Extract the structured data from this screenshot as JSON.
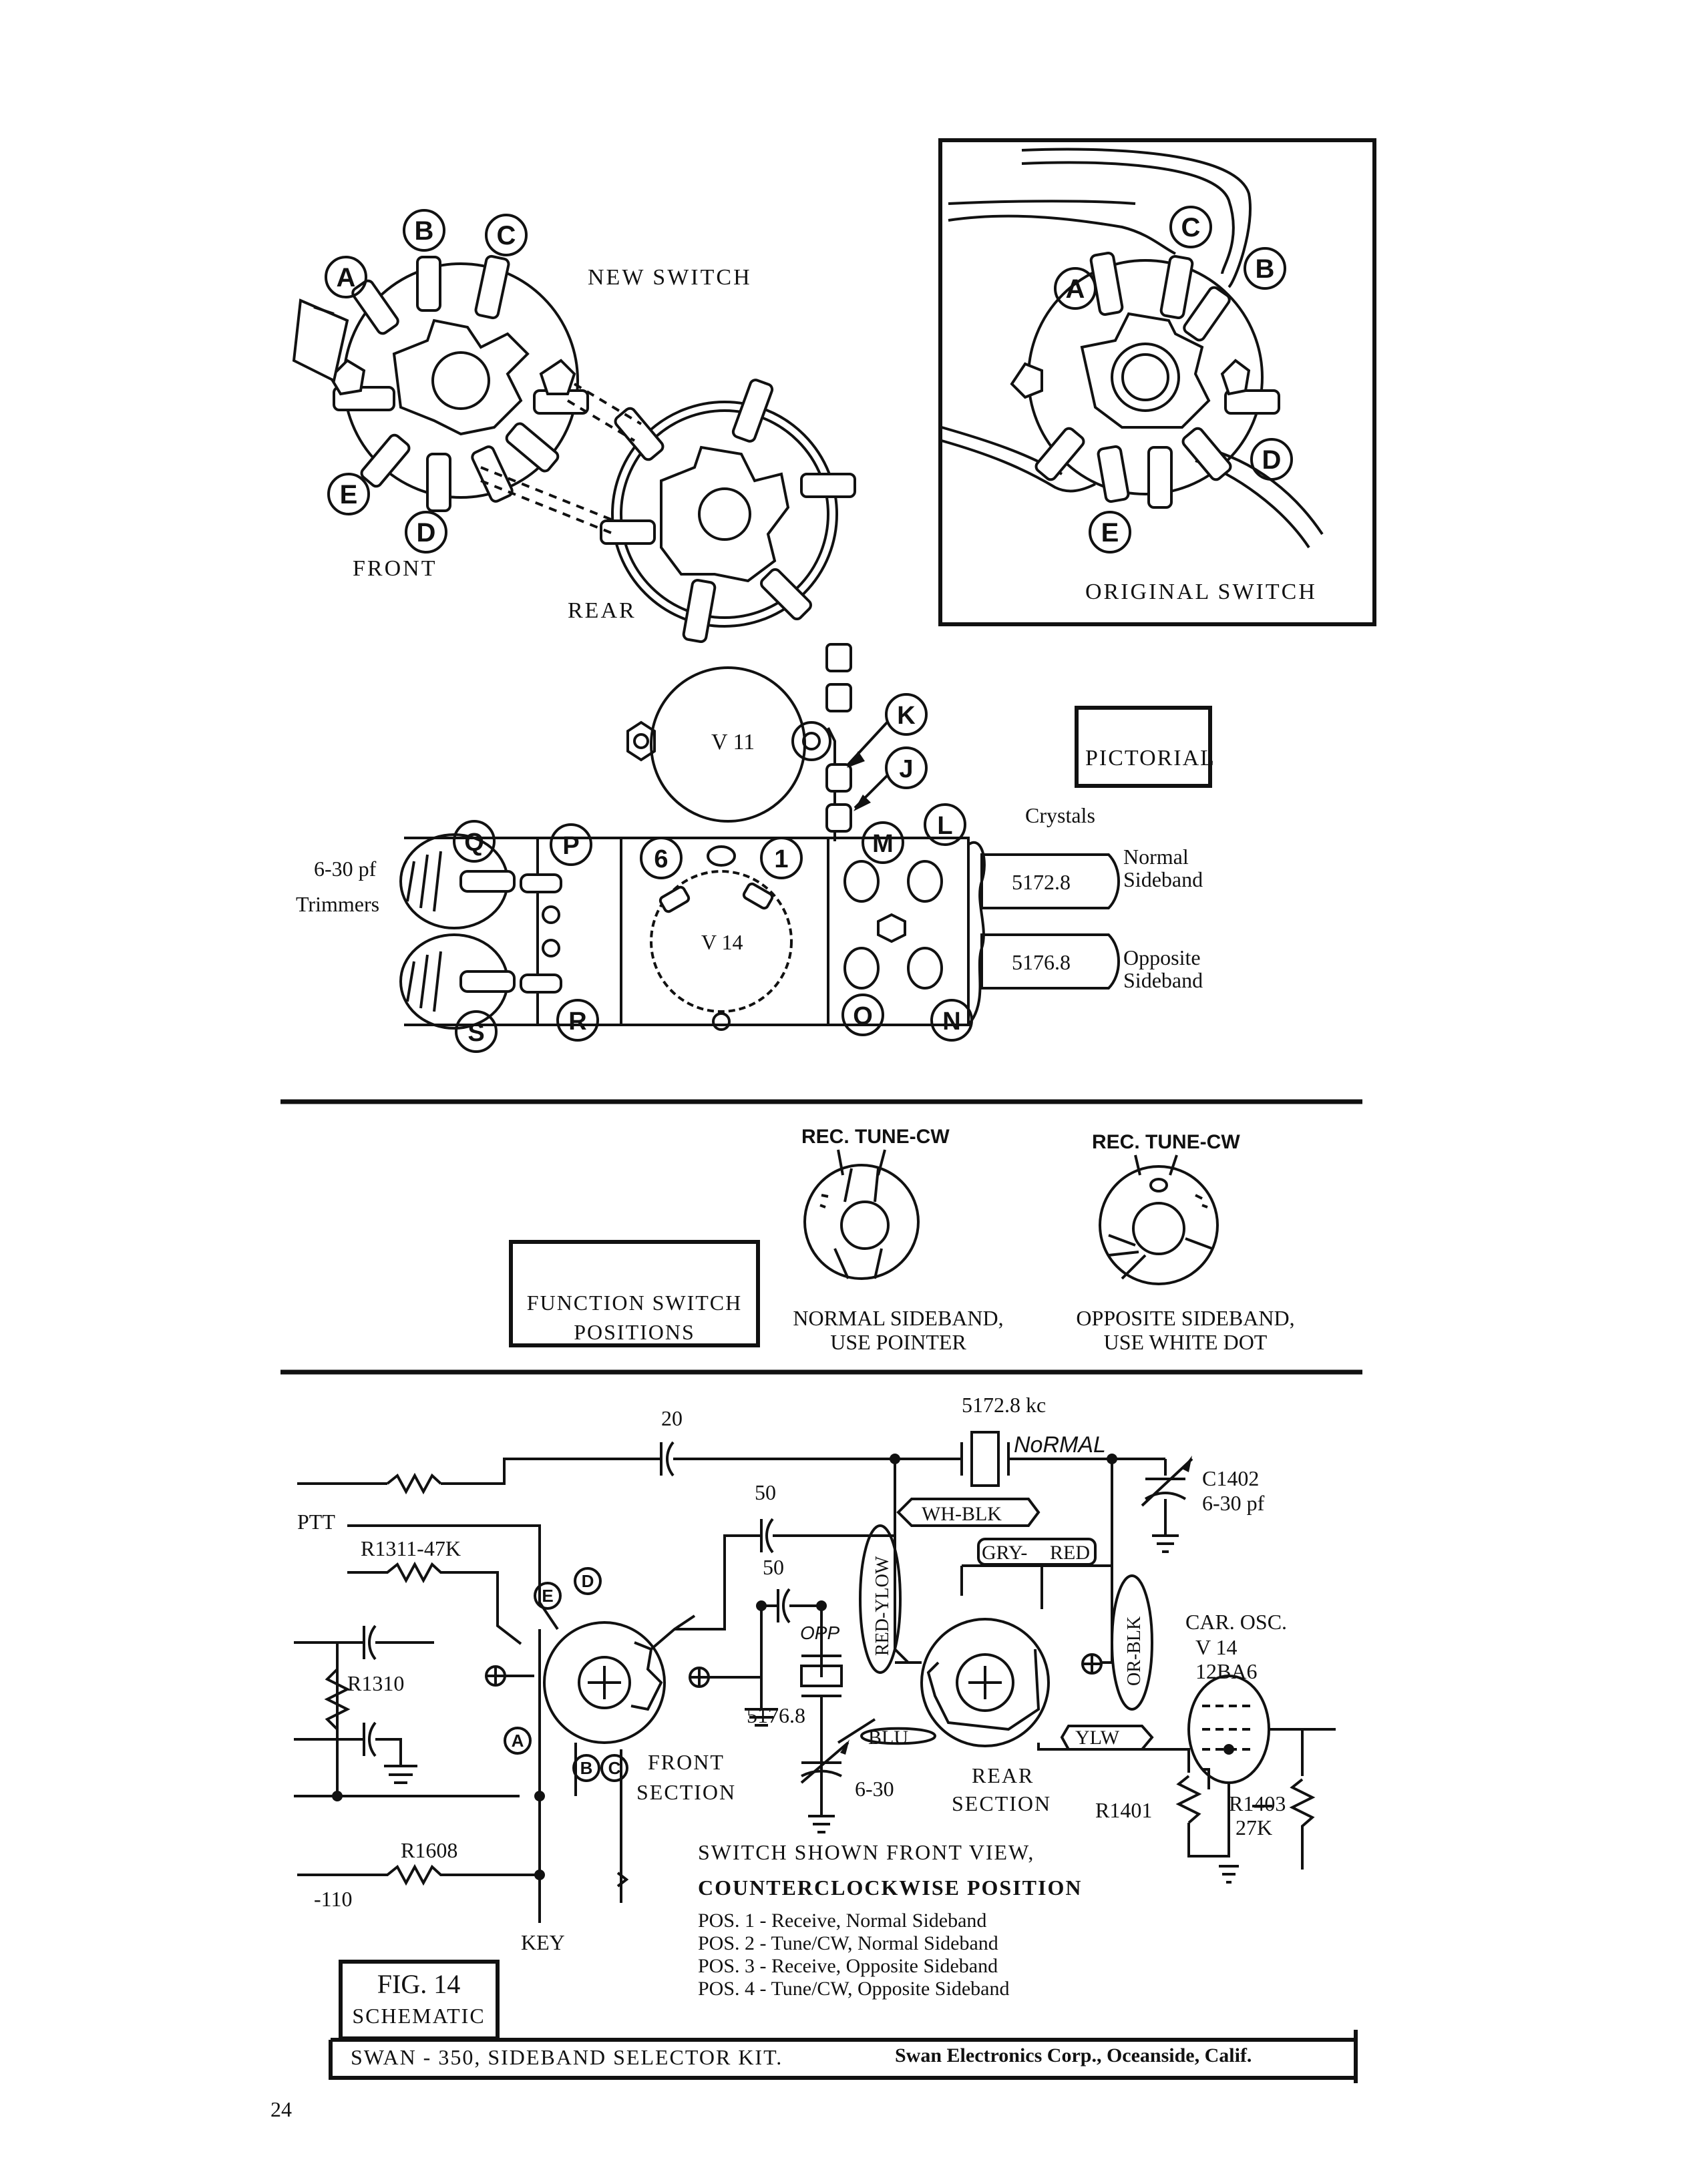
{
  "top": {
    "new_switch": "NEW SWITCH",
    "front": "FRONT",
    "rear": "REAR",
    "original_switch": "ORIGINAL SWITCH",
    "letters_new": [
      "A",
      "B",
      "C",
      "D",
      "E"
    ],
    "letters_orig": [
      "A",
      "B",
      "C",
      "D",
      "E"
    ]
  },
  "pictorial": {
    "title": "PICTORIAL",
    "v11": "V 11",
    "v14": "V 14",
    "pin6": "6",
    "pin1": "1",
    "crystals": "Crystals",
    "xtal1": "5172.8",
    "xtal2": "5176.8",
    "normal_l1": "Normal",
    "normal_l2": "Sideband",
    "opp_l1": "Opposite",
    "opp_l2": "Sideband",
    "trim_l1": "6-30 pf",
    "trim_l2": "Trimmers",
    "letters": [
      "K",
      "J",
      "Q",
      "P",
      "M",
      "L",
      "S",
      "R",
      "O",
      "N"
    ]
  },
  "function_switch": {
    "box_l1": "FUNCTION SWITCH",
    "box_l2": "POSITIONS",
    "knob_label": "REC.  TUNE-CW",
    "normal_l1": "NORMAL SIDEBAND,",
    "normal_l2": "USE POINTER",
    "opp_l1": "OPPOSITE SIDEBAND,",
    "opp_l2": "USE WHITE DOT"
  },
  "schematic": {
    "ptt": "PTT",
    "r1311": "R1311-47K",
    "r1310": "R1310",
    "r1608": "R1608",
    "neg110": "-110",
    "key": "KEY",
    "c20": "20",
    "c50a": "50",
    "c50b": "50",
    "xtal_top": "5172.8 kc",
    "normal_hand": "NoRMAL",
    "opp_hand": "OPP",
    "xtal_bot": "5176.8",
    "trim": "6-30",
    "c1402_l1": "C1402",
    "c1402_l2": "6-30 pf",
    "wh_blk": "WH-BLK",
    "gry": "GRY-",
    "red": "RED",
    "red_ylow": "RED-YLOW",
    "or_blk": "OR-BLK",
    "blu": "BLU",
    "ylw": "YLW",
    "car_osc": "CAR. OSC.",
    "v14": "V 14",
    "tube": "12BA6",
    "r1401": "R1401",
    "r1403_l1": "R1403",
    "r1403_l2": "27K",
    "front_l1": "FRONT",
    "front_l2": "SECTION",
    "rear_l1": "REAR",
    "rear_l2": "SECTION",
    "sw_letters": [
      "A",
      "B",
      "C",
      "D",
      "E"
    ],
    "note_l1": "SWITCH SHOWN FRONT VIEW,",
    "note_l2": "COUNTERCLOCKWISE POSITION",
    "positions": [
      "POS. 1  -  Receive, Normal Sideband",
      "POS. 2  -  Tune/CW, Normal Sideband",
      "POS. 3  -  Receive, Opposite Sideband",
      "POS. 4  -  Tune/CW, Opposite Sideband"
    ],
    "fig_l1": "FIG. 14",
    "fig_l2": "SCHEMATIC"
  },
  "footer": {
    "kit": "SWAN - 350, SIDEBAND SELECTOR KIT.",
    "company": "Swan Electronics Corp., Oceanside, Calif.",
    "page": "24"
  }
}
